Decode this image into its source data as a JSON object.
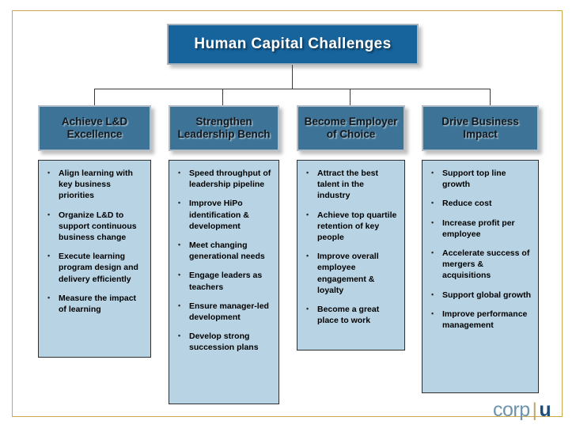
{
  "slide": {
    "title": "Human Capital Challenges",
    "frame_color": "#c9a94e",
    "title_box_color": "#17639b",
    "header_box_color": "#3d7396",
    "panel_color": "#b8d3e4"
  },
  "columns": [
    {
      "header": "Achieve L&D Excellence",
      "bullets": [
        "Align learning with key business priorities",
        "Organize L&D to support continuous business change",
        "Execute learning program design and delivery efficiently",
        "Measure the impact of learning"
      ]
    },
    {
      "header": "Strengthen Leadership Bench",
      "bullets": [
        "Speed throughput of leadership pipeline",
        "Improve HiPo identification & development",
        "Meet changing generational needs",
        "Engage leaders as teachers",
        "Ensure manager-led development",
        "Develop strong succession plans"
      ]
    },
    {
      "header": "Become Employer of Choice",
      "bullets": [
        "Attract the best talent in the industry",
        "Achieve top quartile retention of key people",
        "Improve overall employee engagement & loyalty",
        "Become a great place to work"
      ]
    },
    {
      "header": "Drive Business Impact",
      "bullets": [
        "Support top line growth",
        "Reduce cost",
        "Increase profit per employee",
        "Accelerate success of mergers & acquisitions",
        "Support global growth",
        "Improve performance management"
      ]
    }
  ],
  "logo": {
    "corp": "corp",
    "separator": "|",
    "u": "u"
  }
}
